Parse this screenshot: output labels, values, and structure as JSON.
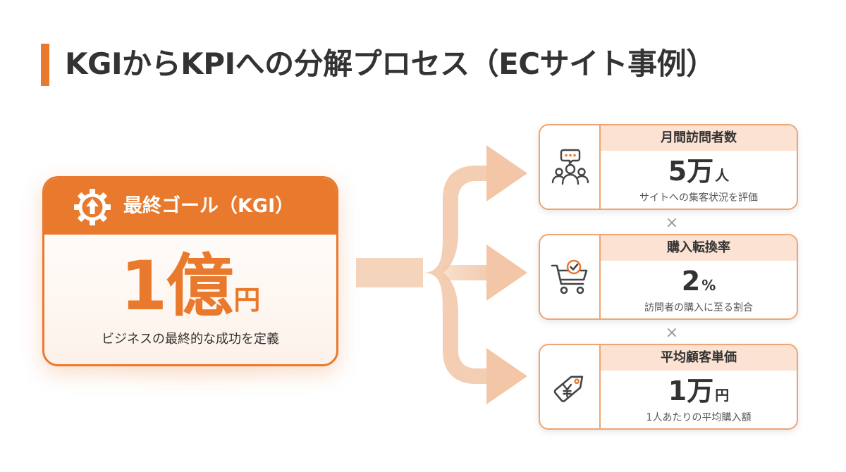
{
  "title": "KGIからKPIへの分解プロセス（ECサイト事例）",
  "colors": {
    "accent": "#E8792D",
    "accent_light": "#FBE2D2",
    "card_border": "#EDA576",
    "arrow": "#F2C6A6",
    "text": "#333333"
  },
  "kgi": {
    "icon": "gear-up-arrow-icon",
    "header": "最終ゴール（KGI）",
    "value": "1億",
    "unit": "円",
    "description": "ビジネスの最終的な成功を定義"
  },
  "operator": "×",
  "kpis": [
    {
      "icon": "people-chat-icon",
      "title": "月間訪問者数",
      "value": "5万",
      "unit": "人",
      "description": "サイトへの集客状況を評価"
    },
    {
      "icon": "shopping-cart-check-icon",
      "title": "購入転換率",
      "value": "2",
      "unit": "%",
      "description": "訪問者の購入に至る割合"
    },
    {
      "icon": "yen-price-tag-icon",
      "title": "平均顧客単価",
      "value": "1万",
      "unit": "円",
      "description": "1人あたりの平均購入額"
    }
  ]
}
